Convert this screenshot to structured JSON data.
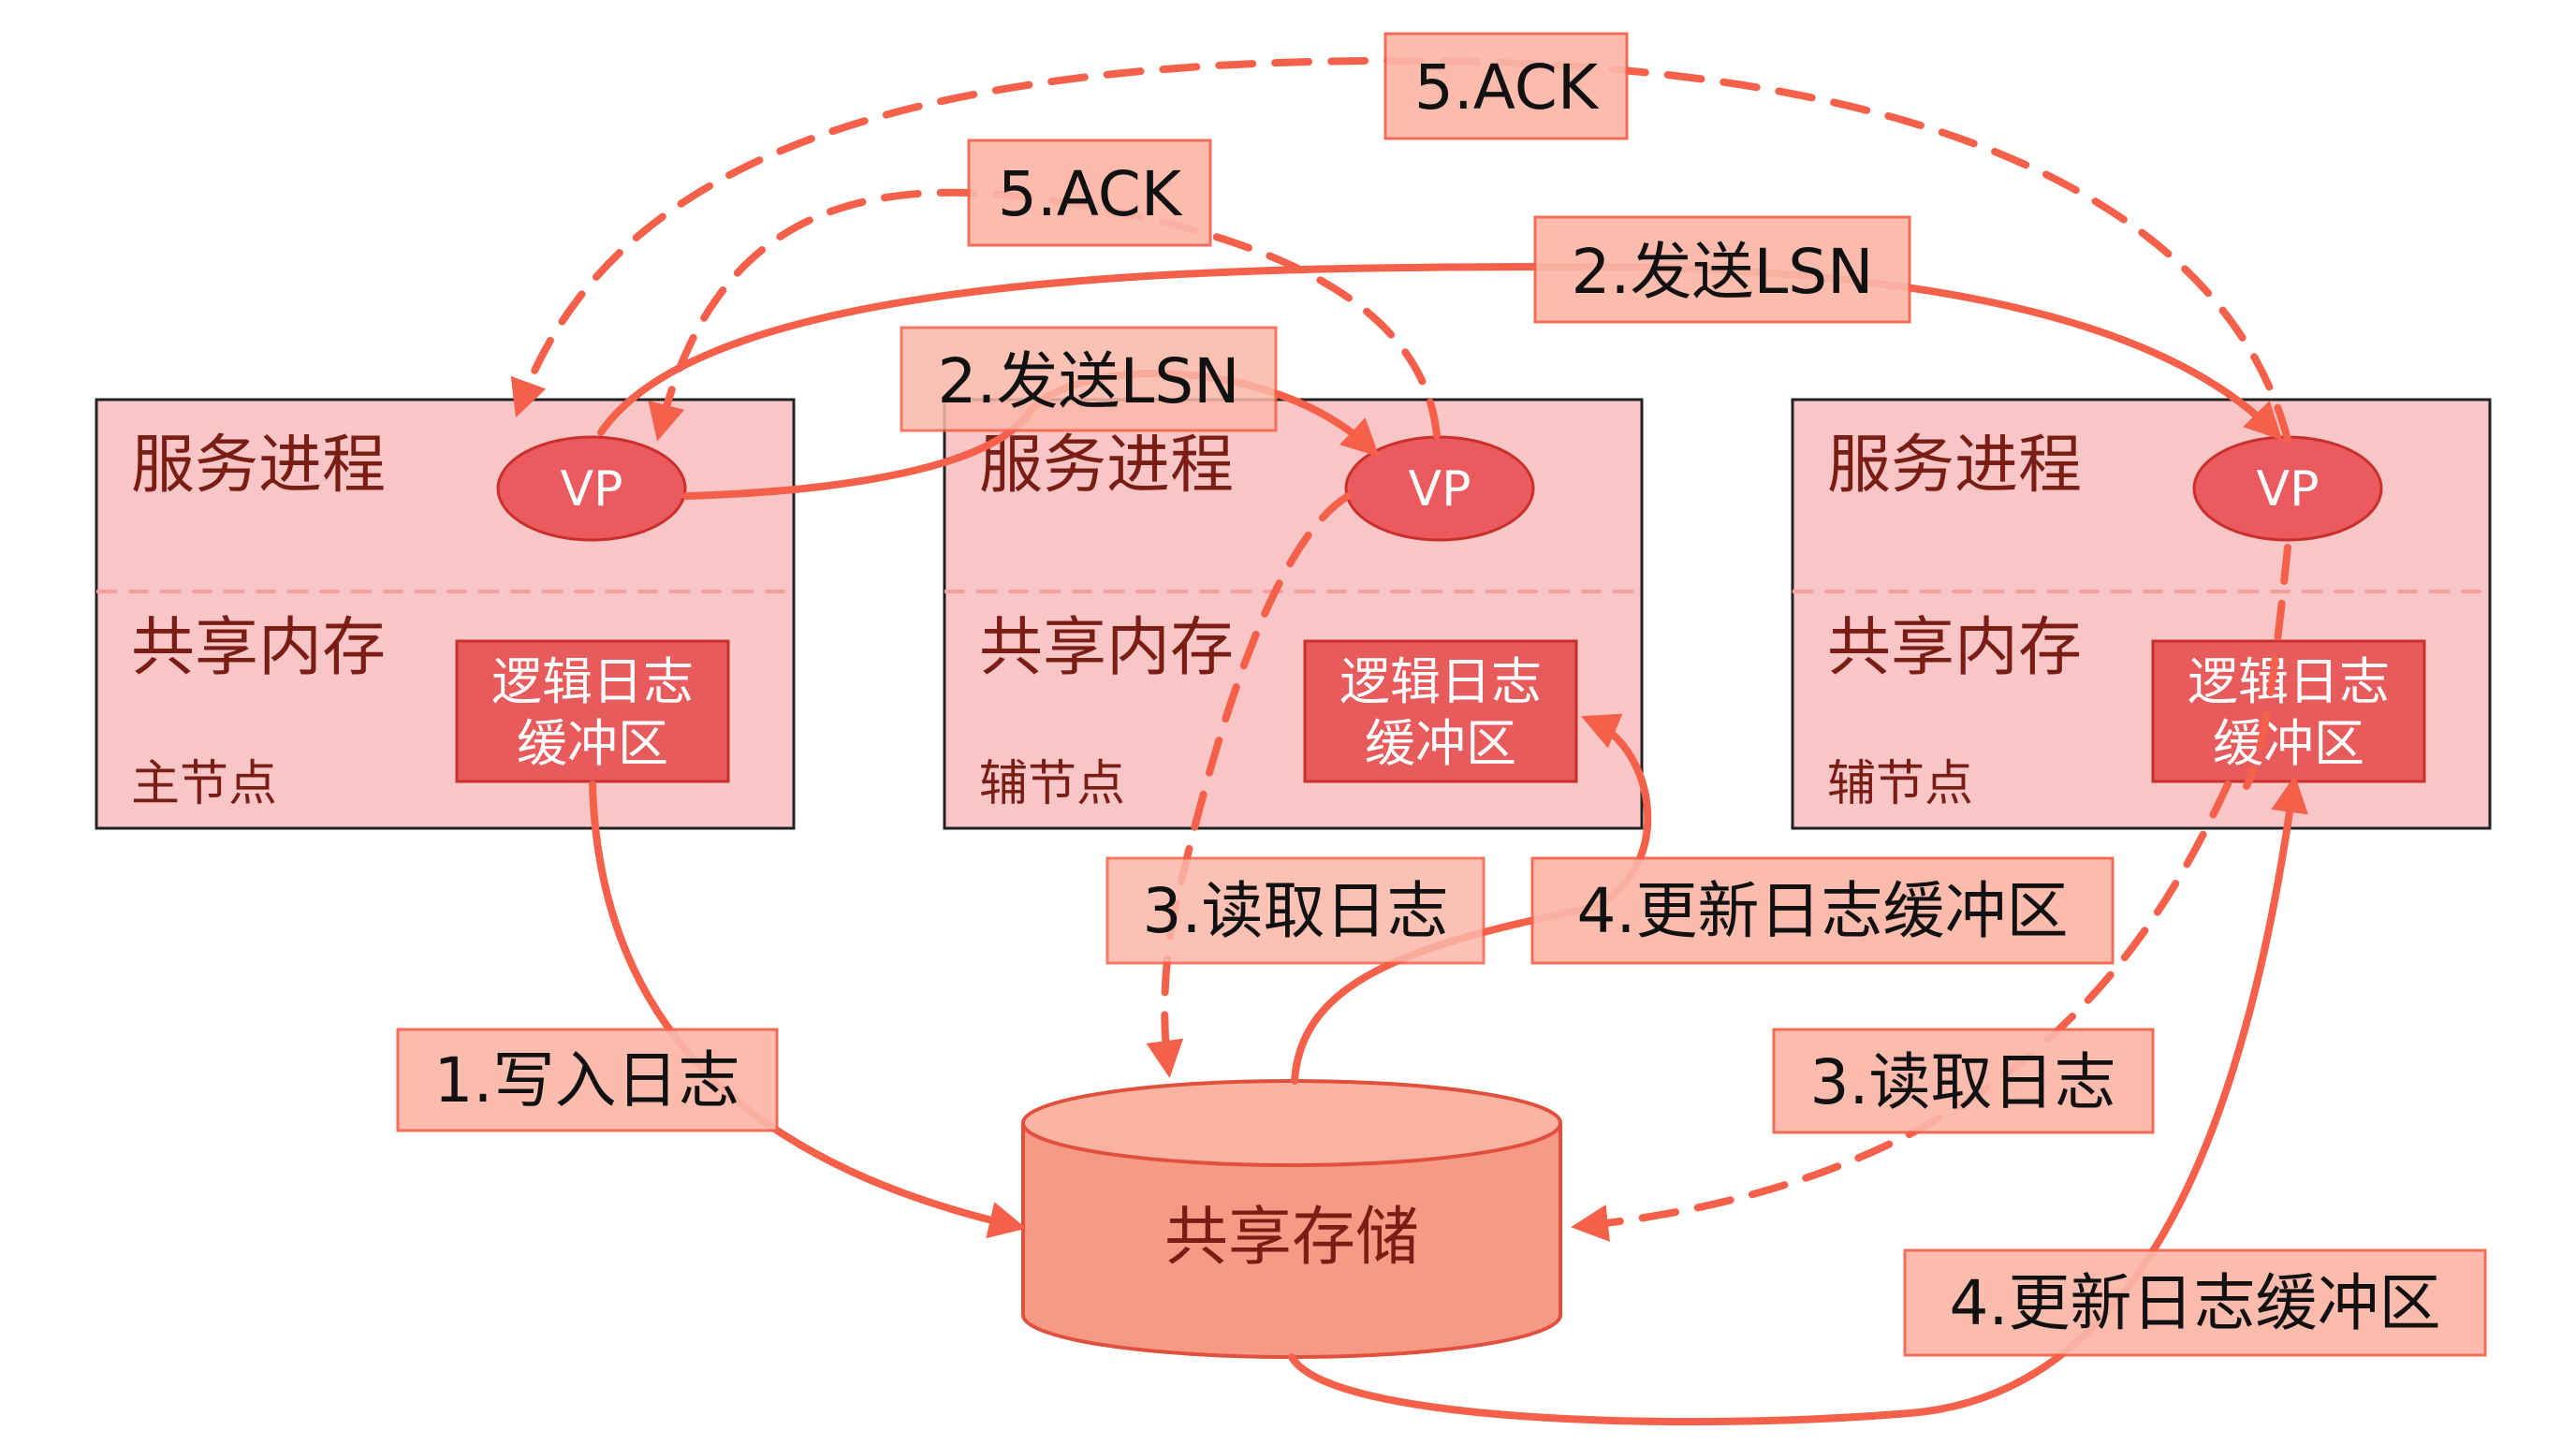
{
  "colors": {
    "node_fill": "#f8c6c6",
    "node_stroke": "#222222",
    "divider": "#f2a0a0",
    "vp_fill": "#ea5a5e",
    "buffer_fill": "#e85b5d",
    "buffer_stroke": "#c9302c",
    "arrow": "#f4604a",
    "label_fill": "#fbb7a8",
    "label_stroke": "#f4604a",
    "cylinder_fill": "#f69a86",
    "cylinder_stroke": "#e0503c",
    "dark_text": "#7a1d14",
    "black_text": "#111111"
  },
  "nodes": [
    {
      "process_label": "服务进程",
      "memory_label": "共享内存",
      "role_label": "主节点",
      "vp_label": "VP",
      "buffer_line1": "逻辑日志",
      "buffer_line2": "缓冲区"
    },
    {
      "process_label": "服务进程",
      "memory_label": "共享内存",
      "role_label": "辅节点",
      "vp_label": "VP",
      "buffer_line1": "逻辑日志",
      "buffer_line2": "缓冲区"
    },
    {
      "process_label": "服务进程",
      "memory_label": "共享内存",
      "role_label": "辅节点",
      "vp_label": "VP",
      "buffer_line1": "逻辑日志",
      "buffer_line2": "缓冲区"
    }
  ],
  "storage": {
    "label": "共享存储"
  },
  "step_labels": {
    "write_log": "1.写入日志",
    "send_lsn_1": "2.发送LSN",
    "send_lsn_2": "2.发送LSN",
    "read_log_1": "3.读取日志",
    "read_log_2": "3.读取日志",
    "update_buffer_1": "4.更新日志缓冲区",
    "update_buffer_2": "4.更新日志缓冲区",
    "ack_1": "5.ACK",
    "ack_2": "5.ACK"
  }
}
